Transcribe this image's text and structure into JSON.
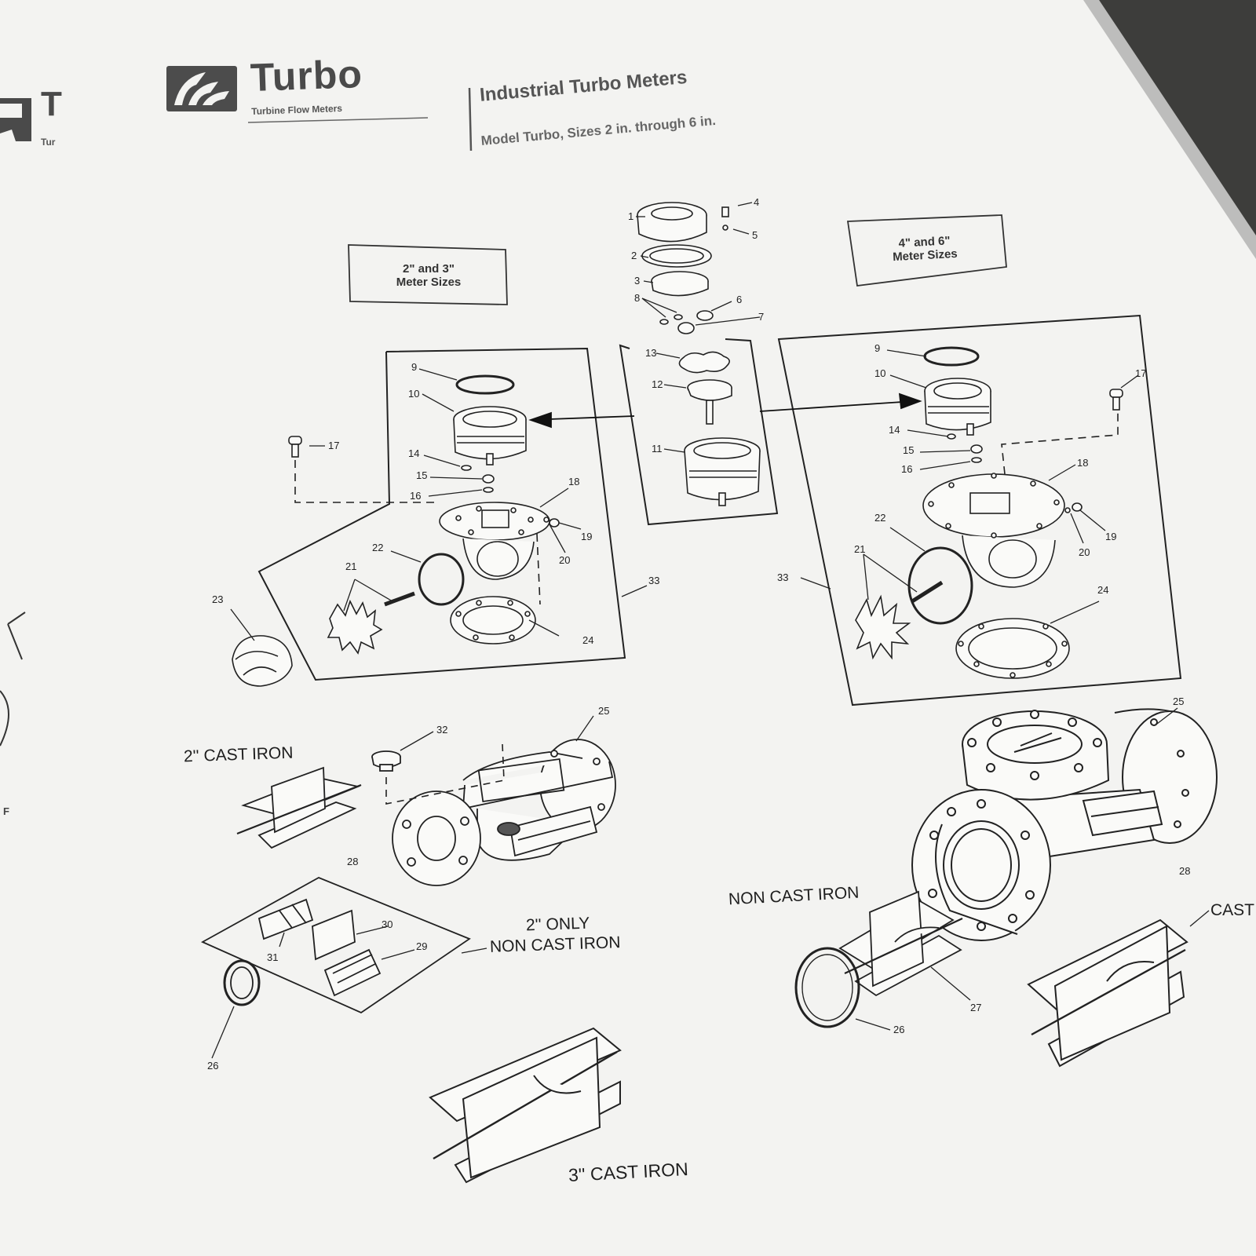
{
  "brand": {
    "name": "Turbo",
    "tagline": "Turbine Flow Meters",
    "edge_name_fragment": "T",
    "edge_tag_fragment": "Tur"
  },
  "header": {
    "title": "Industrial Turbo Meters",
    "subtitle": "Model Turbo, Sizes 2 in. through 6 in."
  },
  "boxes": {
    "small": "2\" and 3\"\nMeter Sizes",
    "large": "4\" and 6\"\nMeter Sizes"
  },
  "captions": {
    "cast_2": "2'' CAST IRON",
    "only_2_line1": "2'' ONLY",
    "only_2_line2": "NON CAST IRON",
    "non_cast": "NON CAST IRON",
    "cast_3": "3'' CAST IRON",
    "cast_edge": "CAST"
  },
  "edge_letter": "F",
  "callouts": {
    "c1": "1",
    "c2": "2",
    "c3": "3",
    "c4": "4",
    "c5": "5",
    "c6": "6",
    "c7": "7",
    "c8": "8",
    "c13": "13",
    "c12": "12",
    "c11": "11",
    "l9": "9",
    "l10": "10",
    "l14": "14",
    "l15": "15",
    "l16": "16",
    "l17": "17",
    "l18": "18",
    "l19": "19",
    "l20": "20",
    "l21": "21",
    "l22": "22",
    "l23": "23",
    "l24": "24",
    "l33": "33",
    "r9": "9",
    "r10": "10",
    "r14": "14",
    "r15": "15",
    "r16": "16",
    "r17": "17",
    "r18": "18",
    "r19": "19",
    "r20": "20",
    "r21": "21",
    "r22": "22",
    "r24": "24",
    "r33": "33",
    "b25": "25",
    "b32": "32",
    "b28": "28",
    "b30": "30",
    "b29": "29",
    "b31": "31",
    "b26": "26",
    "rb25": "25",
    "rb28": "28",
    "rb27": "27",
    "rb26": "26"
  }
}
